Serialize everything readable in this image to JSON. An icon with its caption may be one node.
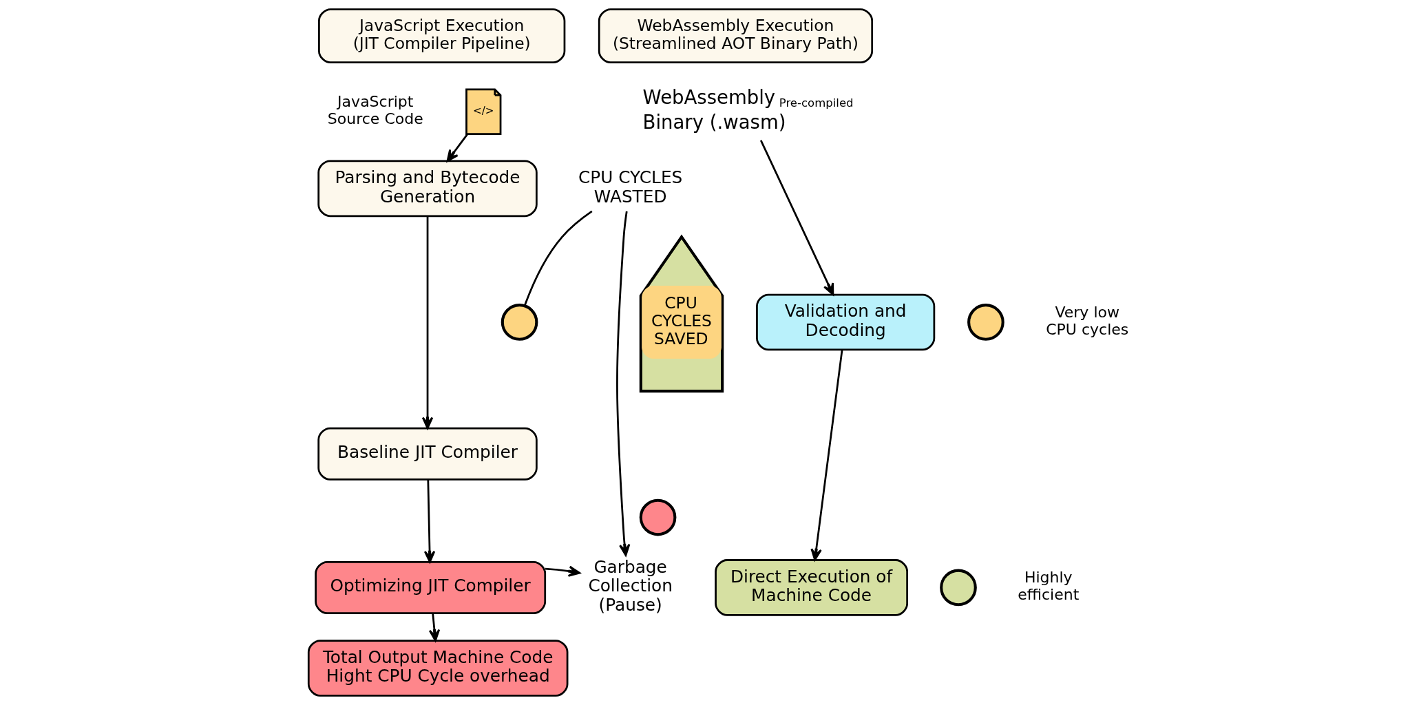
{
  "diagram": {
    "nodes": [
      {
        "text": [
          "JavaScript Execution (JIT Compiler Pipeline)"
        ]
      },
      {
        "text": [
          "</>"
        ],
        "beside": [
          "JavaScript Source Code"
        ]
      },
      {
        "text": [
          "Parsing and Bytecode Generation"
        ]
      },
      {
        "text": [
          "CPU CYCLES WASTED"
        ]
      },
      {
        "text": [],
        "shape": "circle"
      },
      {
        "text": [
          "Baseline JIT Compiler"
        ]
      },
      {
        "text": [],
        "shape": "circle"
      },
      {
        "text": [
          "Optimizing JIT Compiler"
        ]
      },
      {
        "text": [
          "Garbage Collection (Pause)"
        ]
      },
      {
        "text": [
          "Total Output Machine Code Hight CPU Cycle overhead"
        ]
      },
      {
        "text": [
          "WebAssembly Execution (Streamlined AOT Binary Path)"
        ]
      },
      {
        "text": [
          "WebAssembly",
          "Pre-compiled",
          "Binary (.wasm)"
        ]
      },
      {
        "text": [
          "CPU CYCLES SAVED"
        ]
      },
      {
        "text": [
          "Validation and Decoding"
        ]
      },
      {
        "text": [],
        "shape": "circle",
        "beside": [
          "Very low CPU cycles"
        ]
      },
      {
        "text": [
          "Direct Execution of Machine Code"
        ]
      },
      {
        "text": [],
        "shape": "circle",
        "beside": [
          "Highly efficient"
        ]
      }
    ],
    "edges": [
      {
        "from": 1,
        "to": 2,
        "arrow": "to"
      },
      {
        "from": 2,
        "to": 5,
        "arrow": "to"
      },
      {
        "from": 5,
        "to": 7,
        "arrow": "to"
      },
      {
        "from": 7,
        "to": 9,
        "arrow": "to"
      },
      {
        "from": 7,
        "to": 8,
        "arrow": "to"
      },
      {
        "from": 3,
        "to": 4,
        "arrow": "none"
      },
      {
        "from": 3,
        "to": 8,
        "arrow": "to"
      },
      {
        "from": 11,
        "to": 13,
        "arrow": "to"
      },
      {
        "from": 13,
        "to": 15,
        "arrow": "to"
      }
    ]
  }
}
